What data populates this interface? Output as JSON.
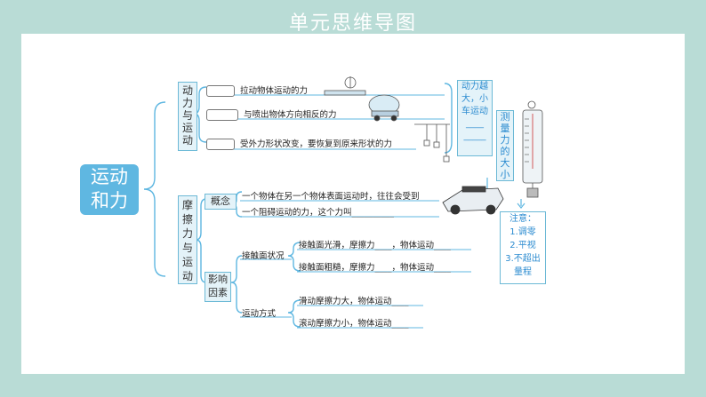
{
  "title": "单元思维导图",
  "root": [
    "运动",
    "和力"
  ],
  "force_motion": {
    "label": "动力与运动",
    "items": [
      {
        "blank": "_____",
        "text": "拉动物体运动的力"
      },
      {
        "blank": "______",
        "text": "与喷出物体方向相反的力"
      },
      {
        "blank": "______",
        "text": "受外力形状改变，要恢复到原来形状的力"
      }
    ]
  },
  "right_note": [
    "动力越",
    "大，小",
    "车运动",
    "____",
    "_____"
  ],
  "measure_label": "测量力的大小",
  "caution": {
    "title": "注意：",
    "items": [
      "1.调零",
      "2.平视",
      "3.不超出",
      "量程"
    ]
  },
  "friction": {
    "label": "摩擦力与运动",
    "concept_tag": "概念",
    "concept_lines": [
      "一个物体在另一个物体表面运动时，往往会受到",
      "一个阻碍运动的力，这个力叫__________"
    ],
    "factors_tag": "影响因素",
    "contact_label": "接触面状况",
    "contact_items": [
      "接触面光滑，摩擦力____，物体运动____",
      "接触面粗糙，摩擦力____，物体运动____"
    ],
    "motion_label": "运动方式",
    "motion_items": [
      "滑动摩擦力大，物体运动____",
      "滚动摩擦力小，物体运动____"
    ]
  }
}
